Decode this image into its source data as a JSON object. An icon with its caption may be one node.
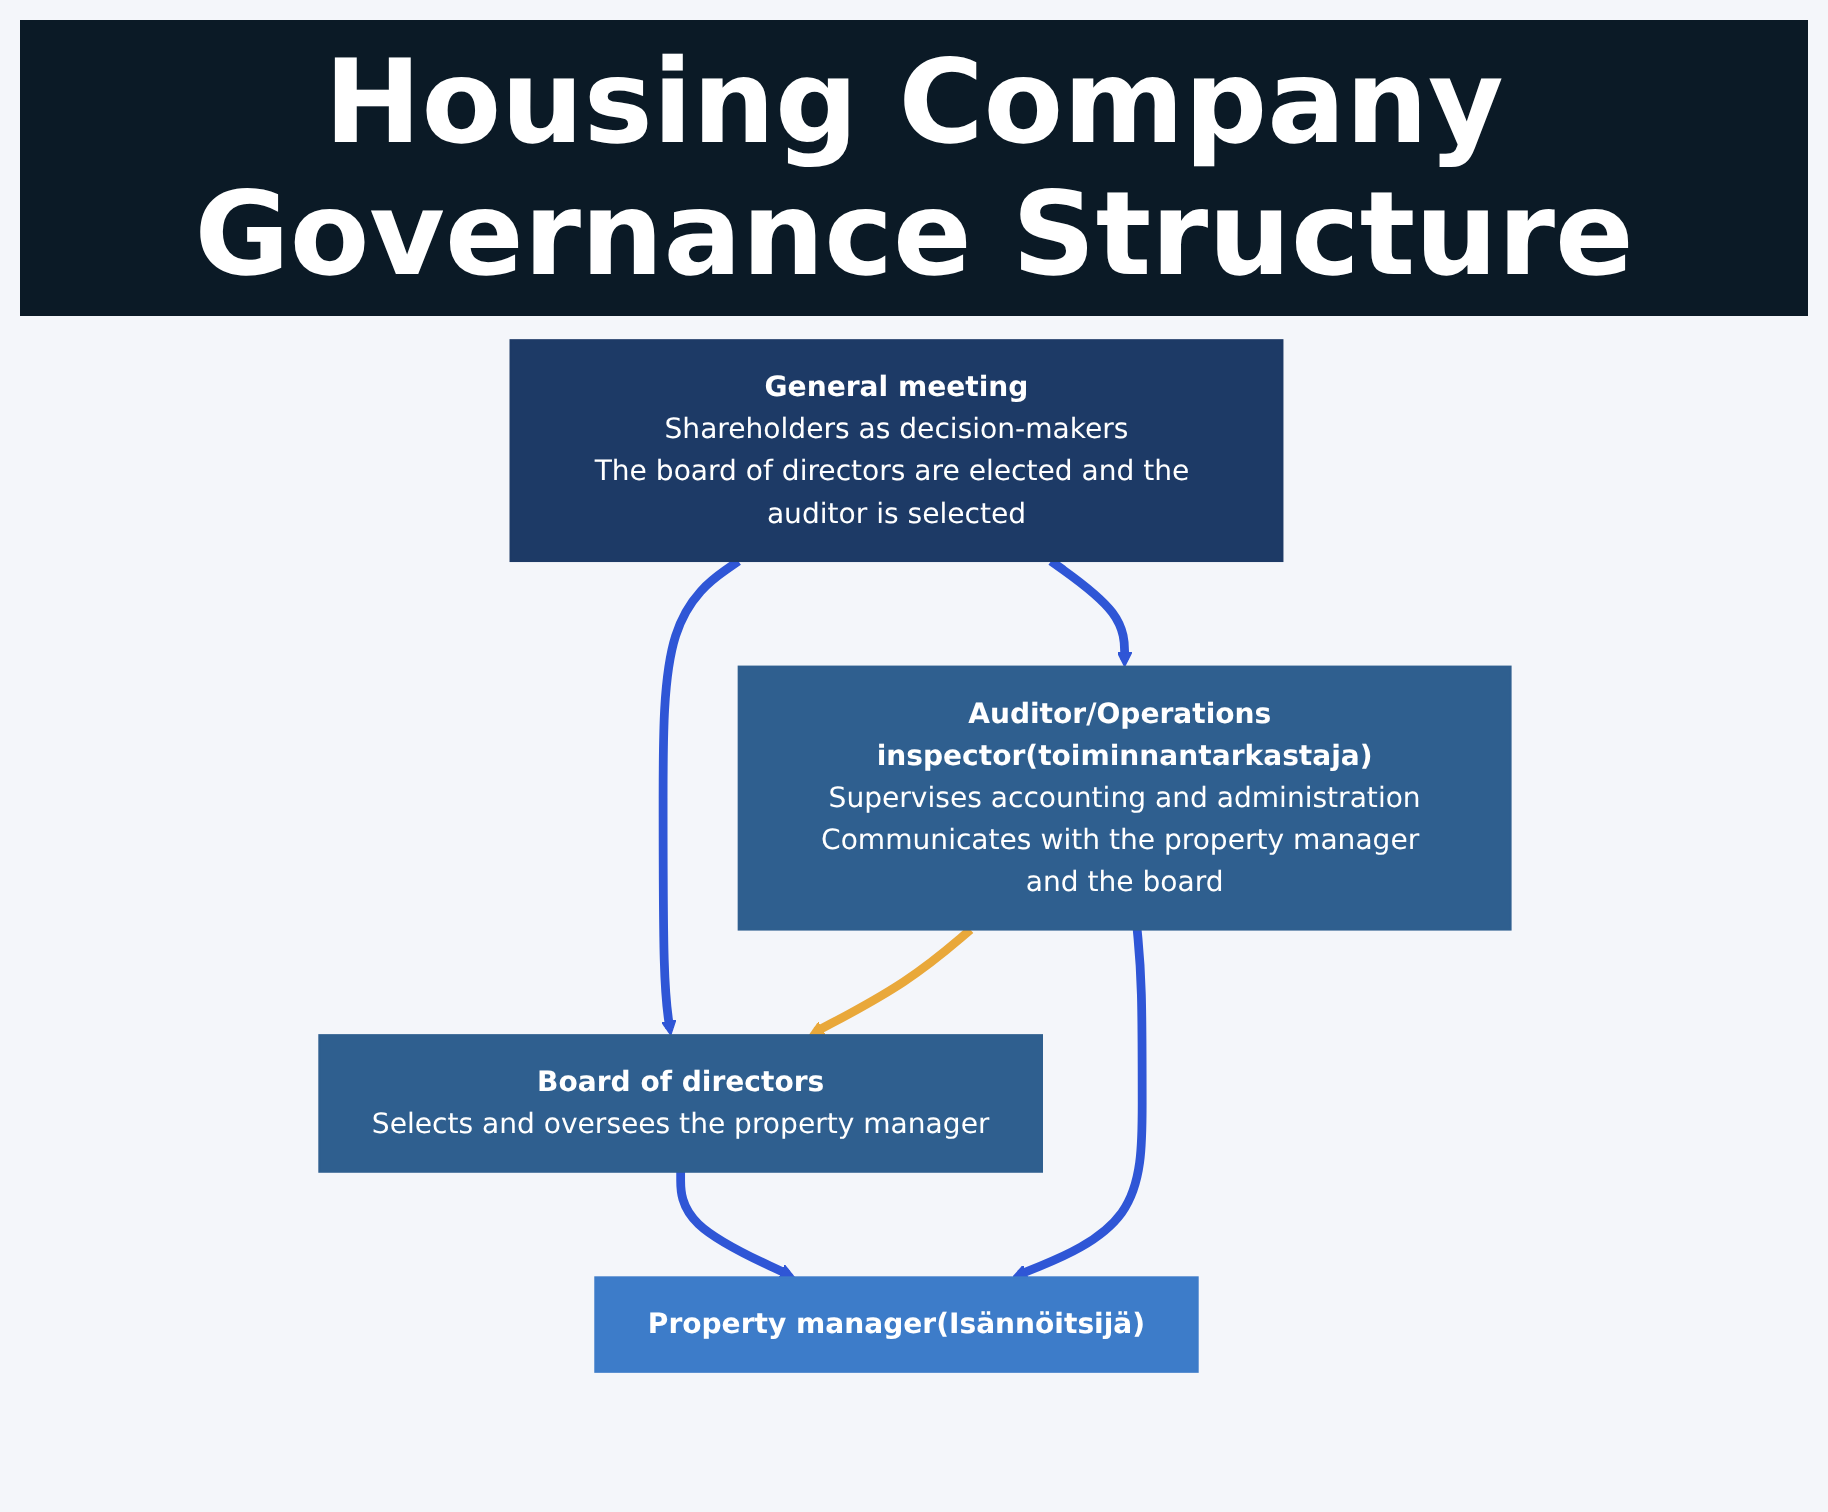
{
  "diagram": {
    "title": "Housing Company Governance Structure",
    "nodes": [
      {
        "text": [
          "General meeting",
          "Shareholders as decision-makers",
          "The board of directors are elected and the auditor is selected"
        ]
      },
      {
        "text": [
          "Board of directors",
          "Selects and oversees the property manager"
        ]
      },
      {
        "text": [
          "Auditor/Operations inspector(toiminnantarkastaja)",
          "Supervises accounting and administration",
          "Communicates with the property manager and the board"
        ]
      },
      {
        "text": [
          "Property manager(Isännöitsijä)"
        ]
      }
    ],
    "edges": [
      {
        "from": 0,
        "to": 1,
        "arrow": "to"
      },
      {
        "from": 0,
        "to": 2,
        "arrow": "to"
      },
      {
        "from": 2,
        "to": 1,
        "arrow": "to",
        "color": "#e9a83a"
      },
      {
        "from": 1,
        "to": 3,
        "arrow": "to"
      },
      {
        "from": 2,
        "to": 3,
        "arrow": "to"
      }
    ]
  }
}
